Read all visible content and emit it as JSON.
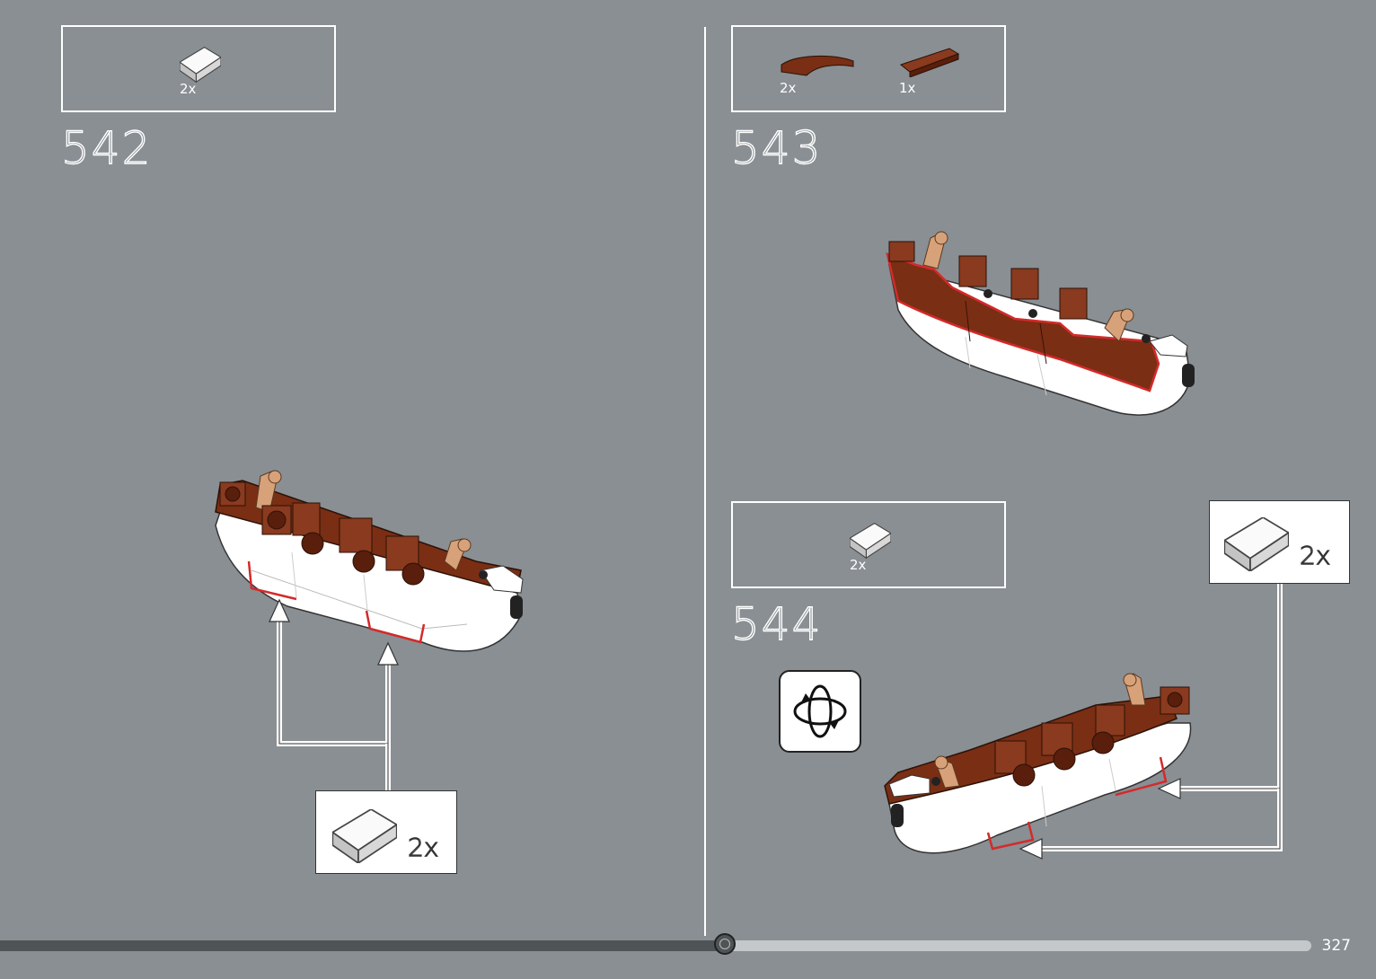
{
  "steps": [
    {
      "number": "542",
      "parts": [
        {
          "qty": "2x",
          "color": "#f4f4f4"
        }
      ],
      "callout": {
        "qty": "2x"
      }
    },
    {
      "number": "543",
      "parts": [
        {
          "qty": "2x",
          "color": "#7a2e14"
        },
        {
          "qty": "1x",
          "color": "#7a2e14"
        }
      ]
    },
    {
      "number": "544",
      "parts": [
        {
          "qty": "2x",
          "color": "#f4f4f4"
        }
      ],
      "callout": {
        "qty": "2x"
      }
    }
  ],
  "page": {
    "number": "327",
    "progress": 0.55
  },
  "colors": {
    "background": "#898f93",
    "reddish_brown": "#7a2e14",
    "tan": "#d7a17a",
    "highlight_red": "#d42a2a"
  },
  "icons": [
    "rotate-model-icon"
  ]
}
